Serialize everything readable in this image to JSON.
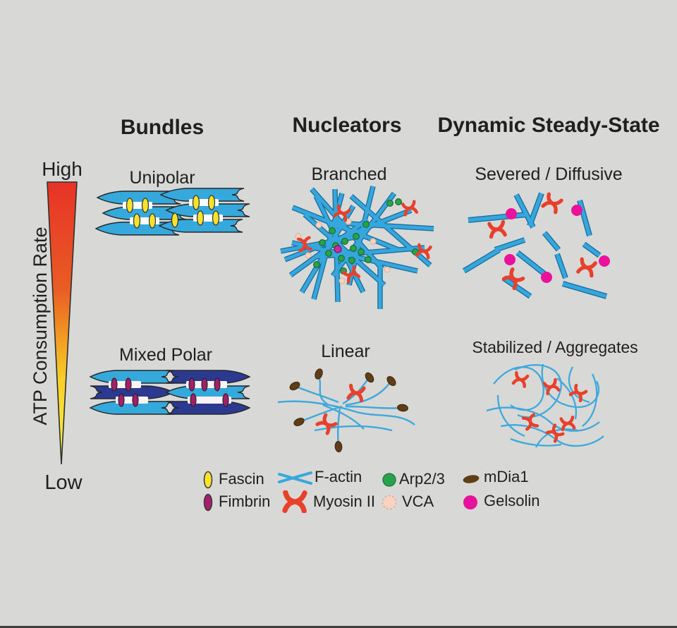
{
  "figure": {
    "atp_axis": {
      "high": "High",
      "low": "Low",
      "label": "ATP Consumption Rate"
    },
    "columns": {
      "bundles": {
        "header": "Bundles",
        "top": "Unipolar",
        "bottom": "Mixed Polar"
      },
      "nucleators": {
        "header": "Nucleators",
        "top": "Branched",
        "bottom": "Linear"
      },
      "steady_state": {
        "header": "Dynamic Steady-State",
        "top": "Severed / Diffusive",
        "bottom": "Stabilized / Aggregates"
      }
    },
    "legend": {
      "fascin": "Fascin",
      "fimbrin": "Fimbrin",
      "f_actin": "F-actin",
      "myosin": "Myosin II",
      "arp23": "Arp2/3",
      "vca": "VCA",
      "mdia1": "mDia1",
      "gelsolin": "Gelsolin"
    },
    "colors": {
      "background": "#d8d8d6",
      "filament_blue": "#35a8dc",
      "filament_navy": "#2b3990",
      "fascin_yellow": "#f6e12b",
      "fimbrin_magenta": "#a2206a",
      "myosin_red": "#e8402b",
      "arp23_green": "#2aa14c",
      "vca_peach": "#f9d3c2",
      "mdia1_brown": "#5f3d16",
      "gelsolin_pink": "#e7129b",
      "gradient_high": "#e73327",
      "gradient_mid": "#f29a22",
      "gradient_low": "#f9ec55"
    }
  }
}
